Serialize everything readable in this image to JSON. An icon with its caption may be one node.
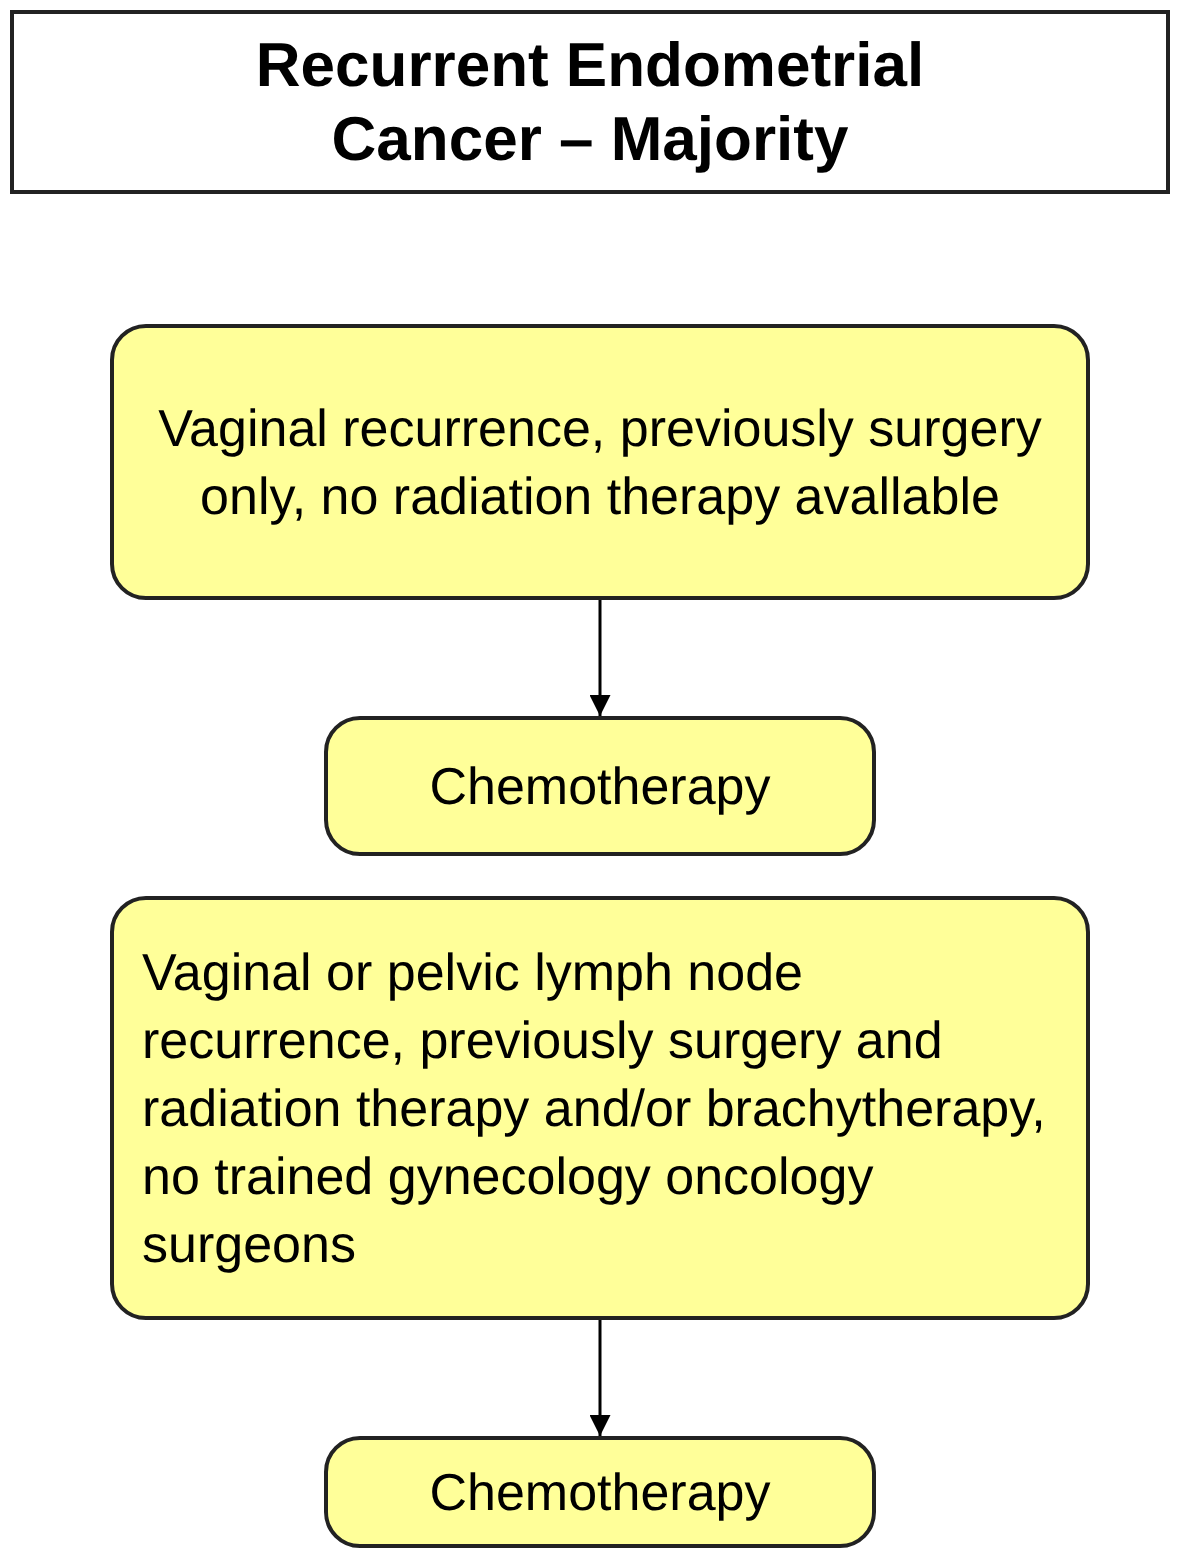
{
  "diagram": {
    "title": "Recurrent Endometrial Cancer – Majority",
    "nodes": [
      {
        "text": [
          "Vaginal recurrence, previously surgery only, no radiation therapy avallable"
        ]
      },
      {
        "text": [
          "Chemotherapy"
        ]
      },
      {
        "text": [
          "Vaginal or pelvic lymph node recurrence, previously surgery and radiation therapy and/or brachytherapy, no trained gynecology oncology surgeons"
        ]
      },
      {
        "text": [
          "Chemotherapy"
        ]
      }
    ],
    "edges": [
      {
        "from": 0,
        "to": 1,
        "arrow": "to"
      },
      {
        "from": 2,
        "to": 3,
        "arrow": "to"
      }
    ]
  }
}
